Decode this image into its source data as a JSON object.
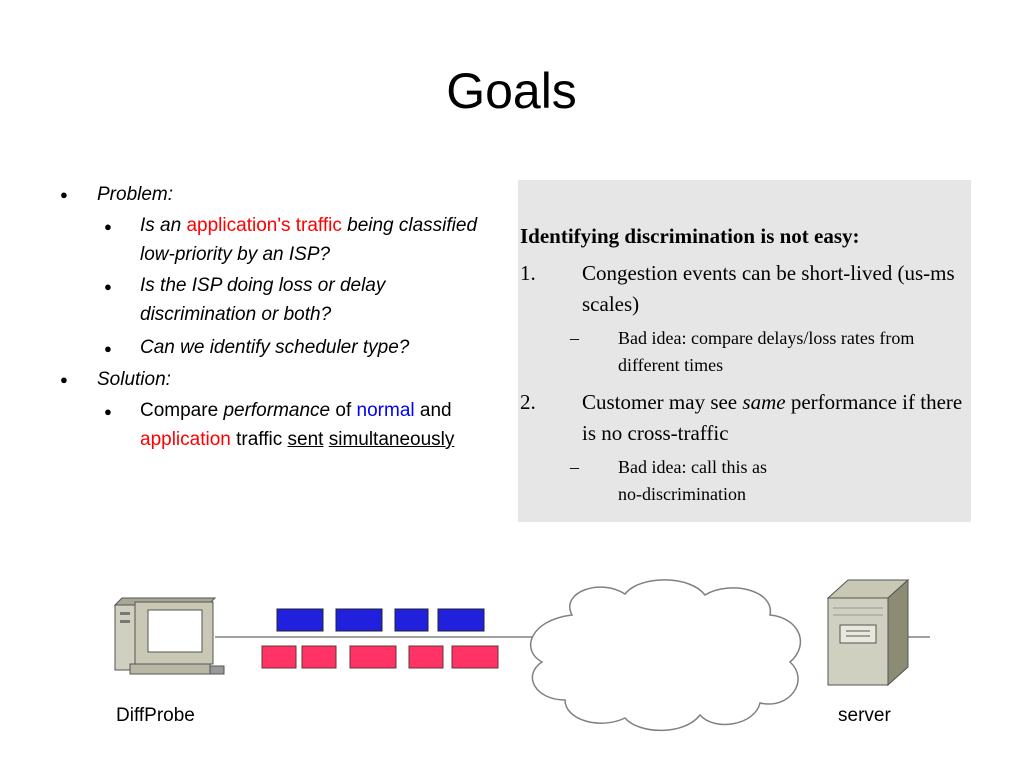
{
  "title": "Goals",
  "left": {
    "problem_label": "Problem:",
    "problem_items": {
      "a_pre": "Is an",
      "a_red": "application's traffic",
      "a_post": "being classified low-priority by an ISP?",
      "b": "Is the ISP doing loss or delay discrimination or both?",
      "c": "Can we identify scheduler type?"
    },
    "solution_label": "Solution:",
    "solution_item": {
      "compare": "Compare",
      "performance": "performance",
      "of": "of",
      "normal": "normal",
      "and": "and",
      "application": "application",
      "traffic": "traffic",
      "sent": "sent",
      "simultaneously": "simultaneously"
    }
  },
  "box": {
    "heading": "Identifying discrimination is not easy:",
    "items": [
      {
        "num": "1.",
        "text": "Congestion events can be short-lived (us-ms scales)",
        "sub_dash": "–",
        "sub": "Bad idea: compare delays/loss rates from different times"
      },
      {
        "num": "2.",
        "text_pre": "Customer may see",
        "text_em": "same",
        "text_post": "performance if there is no cross-traffic",
        "sub_dash": "–",
        "sub_line1": "Bad idea: call this as",
        "sub_line2": "no-discrimination"
      }
    ]
  },
  "diagram": {
    "client_label": "DiffProbe",
    "server_label": "server",
    "colors": {
      "normal": "#2020dd",
      "application": "#ff3366",
      "cloud_stroke": "#808080"
    },
    "normal_packet_count": 4,
    "application_packet_count": 5
  }
}
